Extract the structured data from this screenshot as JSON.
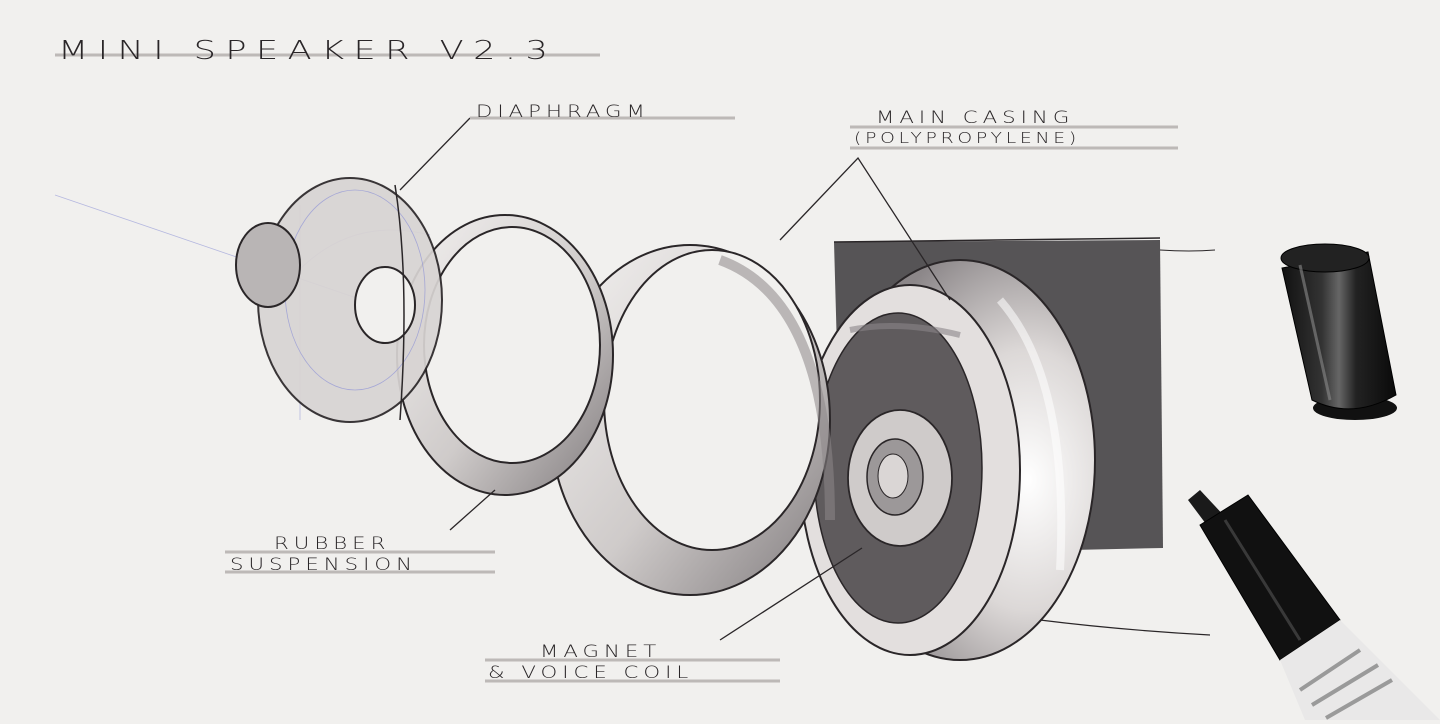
{
  "title": "MINI SPEAKER V2.3",
  "callouts": {
    "diaphragm": "DIAPHRAGM",
    "casing_line1": "MAIN CASING",
    "casing_line2": "(POLYPROPYLENE)",
    "rubber_line1": "RUBBER",
    "rubber_line2": "SUSPENSION",
    "magnet_line1": "MAGNET",
    "magnet_line2": "& VOICE COIL"
  },
  "colors": {
    "paper": "#f1f0ee",
    "ink": "#2a2628",
    "marker_dark": "#4a484a",
    "marker_light": "#c7c3c2",
    "construction_blue": "#8e93d6"
  },
  "icons": {
    "marker_cap": "marker-cap-icon",
    "marker_pen": "marker-pen-icon"
  }
}
